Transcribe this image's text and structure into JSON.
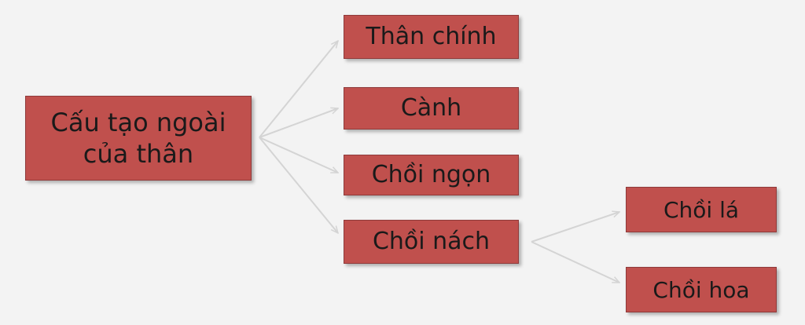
{
  "colors": {
    "node_fill": "#c0504d",
    "edge": "#d4d4d4",
    "background": "#f3f3f3"
  },
  "root": {
    "label": "Cấu tạo ngoài\ncủa thân"
  },
  "branches": [
    {
      "label": "Thân chính"
    },
    {
      "label": "Cành"
    },
    {
      "label": "Chồi ngọn"
    },
    {
      "label": "Chồi nách"
    }
  ],
  "sub_branches": [
    {
      "label": "Chồi lá"
    },
    {
      "label": "Chồi hoa"
    }
  ]
}
